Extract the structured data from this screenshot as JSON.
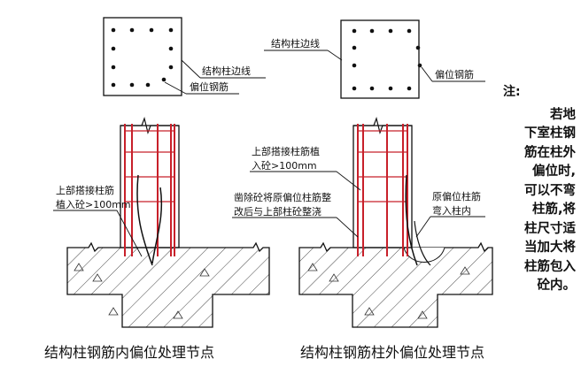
{
  "left": {
    "plan_label_edge": "结构柱边线",
    "plan_label_offset": "偏位钢筋",
    "callout_line1": "上部搭接柱筋",
    "callout_line2": "植入砼>100mm",
    "caption": "结构柱钢筋内偏位处理节点"
  },
  "right": {
    "plan_label_edge": "结构柱边线",
    "plan_label_offset": "偏位钢筋",
    "callout_a_line1": "上部搭接柱筋植",
    "callout_a_line2": "入砼>100mm",
    "callout_b_line1": "凿除砼将原偏位柱筋整",
    "callout_b_line2": "改后与上部柱砼整浇",
    "callout_c_line1": "原偏位柱筋",
    "callout_c_line2": "弯入柱内",
    "caption": "结构柱钢筋柱外偏位处理节点"
  },
  "note": {
    "title": "注:",
    "body": "若地\n下室柱钢\n筋在柱外\n偏位时,\n可以不弯\n柱筋,将\n柱尺寸适\n当加大将\n柱筋包入\n砼内。"
  },
  "colors": {
    "rebar": "#c8202a",
    "line": "#111111",
    "background": "#ffffff"
  }
}
